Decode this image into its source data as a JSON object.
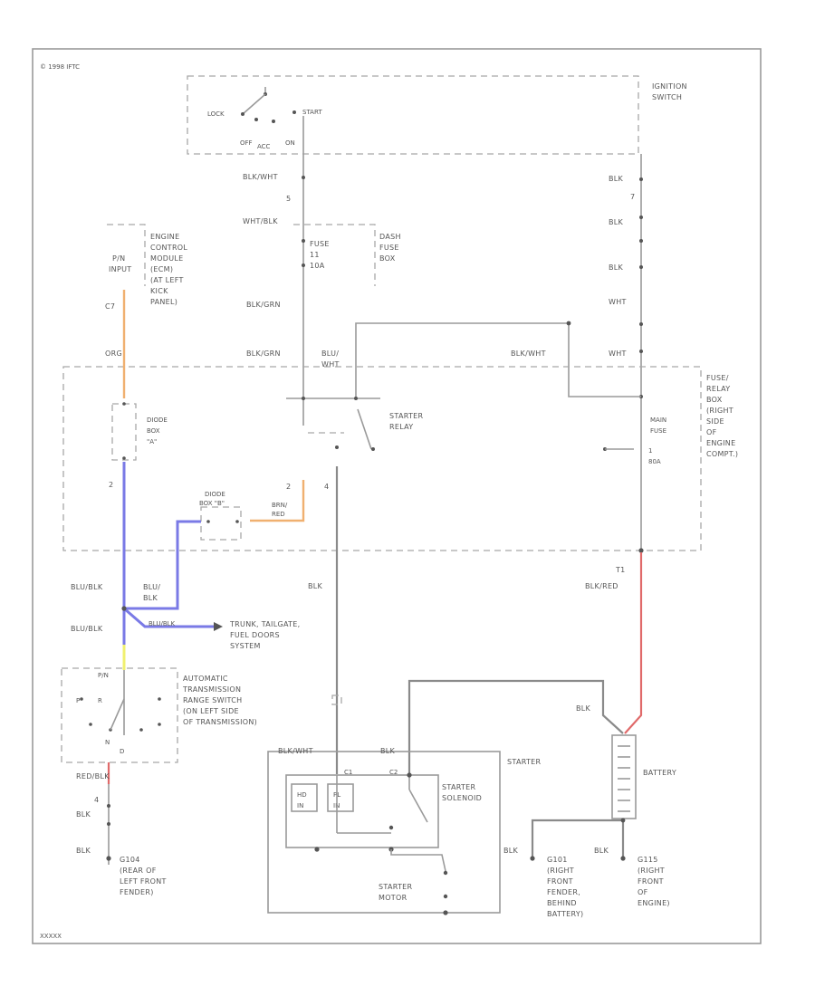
{
  "copyright": "© 1998 IFTC",
  "footer_code": "XXXXX",
  "ignition_switch": {
    "label": [
      "IGNITION",
      "SWITCH"
    ],
    "positions": {
      "lock": "LOCK",
      "start": "START",
      "off": "OFF",
      "acc": "ACC",
      "on": "ON"
    }
  },
  "wires": {
    "blk_wht_top": "BLK/WHT",
    "pin_5": "5",
    "wht_blk": "WHT/BLK",
    "blk_grn_1": "BLK/GRN",
    "blk_grn_2": "BLK/GRN",
    "blu_wht": [
      "BLU/",
      "WHT"
    ],
    "blk_wht_mid": "BLK/WHT",
    "wht_1": "WHT",
    "wht_2": "WHT",
    "blk_r1": "BLK",
    "blk_r2": "BLK",
    "blk_r3": "BLK",
    "pin_7": "7",
    "org": "ORG",
    "pin_c7": "C7",
    "pin_2a": "2",
    "pin_2b": "2",
    "pin_4": "4",
    "brn_red": [
      "BRN/",
      "RED"
    ],
    "blu_blk_1": "BLU/BLK",
    "blu_blk_2": "BLU/BLK",
    "blu_blk_3": "BLU/BLK",
    "blu_blk_stack": [
      "BLU/",
      "BLK"
    ],
    "blk_mid": "BLK",
    "t1": "T1",
    "blk_red": "BLK/RED",
    "blk_bat": "BLK",
    "blk_wht_starter": "BLK/WHT",
    "blk_starter": "BLK",
    "red_blk": "RED/BLK",
    "pin_4b": "4",
    "blk_l1": "BLK",
    "blk_l2": "BLK",
    "blk_g1": "BLK",
    "blk_g2": "BLK",
    "pin_c1": "C1",
    "pin_c2": "C2"
  },
  "components": {
    "dash_fuse_box": [
      "DASH",
      "FUSE",
      "BOX"
    ],
    "fuse_11": [
      "FUSE",
      "11",
      "10A"
    ],
    "ecm": [
      "ENGINE",
      "CONTROL",
      "MODULE",
      "(ECM)",
      "(AT LEFT",
      "KICK",
      "PANEL)"
    ],
    "pn_input": [
      "P/N",
      "INPUT"
    ],
    "diode_a": [
      "DIODE",
      "BOX",
      "\"A\""
    ],
    "diode_b": [
      "DIODE",
      "BOX \"B\""
    ],
    "starter_relay": [
      "STARTER",
      "RELAY"
    ],
    "fuse_relay_box": [
      "FUSE/",
      "RELAY",
      "BOX",
      "(RIGHT",
      "SIDE",
      "OF",
      "ENGINE",
      "COMPT.)"
    ],
    "main_fuse": [
      "MAIN",
      "FUSE",
      "1",
      "80A"
    ],
    "trunk": [
      "TRUNK, TAILGATE,",
      "FUEL DOORS",
      "SYSTEM"
    ],
    "trans_switch": [
      "AUTOMATIC",
      "TRANSMISSION",
      "RANGE SWITCH",
      "(ON LEFT SIDE",
      "OF TRANSMISSION)"
    ],
    "prnd": {
      "p": "P",
      "r": "R",
      "n": "N",
      "d": "D",
      "pn": "P/N"
    },
    "starter": "STARTER",
    "solenoid": [
      "STARTER",
      "SOLENOID"
    ],
    "hold": [
      "HD",
      "IN"
    ],
    "pull": [
      "PL",
      "IN"
    ],
    "starter_motor": [
      "STARTER",
      "MOTOR"
    ],
    "battery": "BATTERY"
  },
  "grounds": {
    "g104": [
      "G104",
      "(REAR OF",
      "LEFT FRONT",
      "FENDER)"
    ],
    "g101": [
      "G101",
      "(RIGHT",
      "FRONT",
      "FENDER,",
      "BEHIND",
      "BATTERY)"
    ],
    "g115": [
      "G115",
      "(RIGHT",
      "FRONT",
      "OF",
      "ENGINE)"
    ]
  }
}
